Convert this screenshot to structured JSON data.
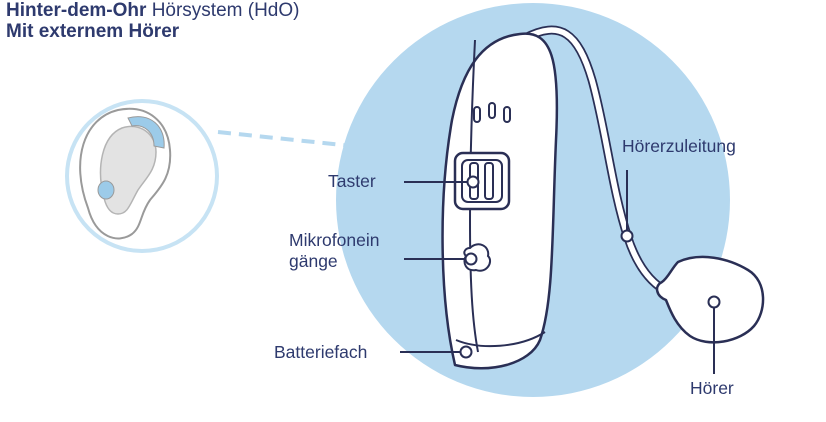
{
  "title": {
    "line1_bold": "Hinter-dem-Ohr",
    "line1_regular": "Hörsystem (HdO)",
    "line2_bold": "Mit externem Hörer"
  },
  "labels": {
    "taster": "Taster",
    "mikrofon_line1": "Mikrofonein",
    "mikrofon_line2": "gänge",
    "batteriefach": "Batteriefach",
    "hoererzuleitung": "Hörerzuleitung",
    "hoerer": "Hörer"
  },
  "colors": {
    "background_circle": "#b5d8ef",
    "ear_circle_stroke": "#c7e3f4",
    "outline": "#2a2f55",
    "highlight": "#9ccbe9",
    "ear_shade": "#dcdcdc",
    "device_fill": "#ffffff"
  }
}
